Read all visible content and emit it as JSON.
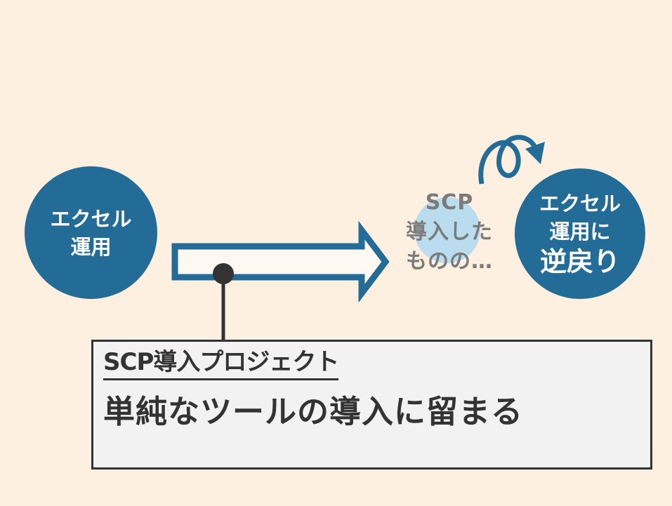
{
  "colors": {
    "background": "#fdf0e0",
    "primary_blue": "#236c97",
    "light_blue": "#b9dcef",
    "gray_text": "#7b7b7b",
    "dark": "#333333",
    "callout_bg": "#f2f2f2",
    "arrow_fill": "#fdf8f2"
  },
  "left_circle": {
    "line1": "エクセル",
    "line2": "運用"
  },
  "middle_note": {
    "line1": "SCP",
    "line2": "導入した",
    "line3": "ものの…"
  },
  "right_circle": {
    "line1": "エクセル",
    "line2": "運用に",
    "line3": "逆戻り"
  },
  "icons": {
    "main_arrow": "right-arrow-outline-icon",
    "loop_arrow": "curly-loop-arrow-icon",
    "pin": "pin-dot-icon"
  },
  "callout": {
    "title": "SCP導入プロジェクト",
    "body": "単純なツールの導入に留まる"
  }
}
